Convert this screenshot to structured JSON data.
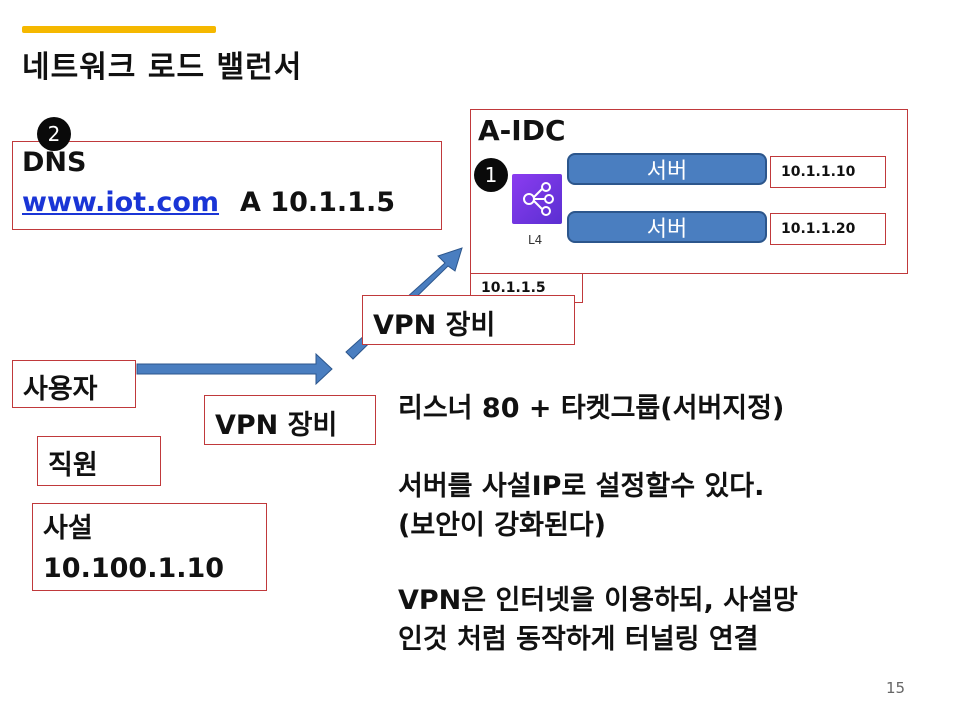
{
  "title": "네트워크 로드 밸런서",
  "colors": {
    "accent": "#f5b800",
    "box_border": "#c0393b",
    "arrow": "#4a7ec0",
    "server": "#4a7ec0",
    "link": "#1a35d6"
  },
  "badges": {
    "dns": "2",
    "lb": "1"
  },
  "dns": {
    "label": "DNS",
    "domain": "www.iot.com",
    "record": "A  10.1.1.5"
  },
  "idc": {
    "label": "A-IDC",
    "lb_label": "L4",
    "lb_icon": "network-load-balancer-icon",
    "lb_ip": "10.1.1.5",
    "servers": [
      {
        "label": "서버",
        "ip": "10.1.1.10"
      },
      {
        "label": "서버",
        "ip": "10.1.1.20"
      }
    ]
  },
  "vpn_top": "VPN 장비",
  "vpn_bottom": "VPN 장비",
  "user": "사용자",
  "staff": "직원",
  "private": {
    "label": "사설",
    "ip": "10.100.1.10"
  },
  "notes": [
    "리스너 80 + 타켓그룹(서버지정)",
    "서버를 사설IP로 설정할수 있다.",
    "(보안이 강화된다)",
    "VPN은 인터넷을 이용하되, 사설망",
    "인것 처럼 동작하게 터널링 연결"
  ],
  "page_number": "15"
}
